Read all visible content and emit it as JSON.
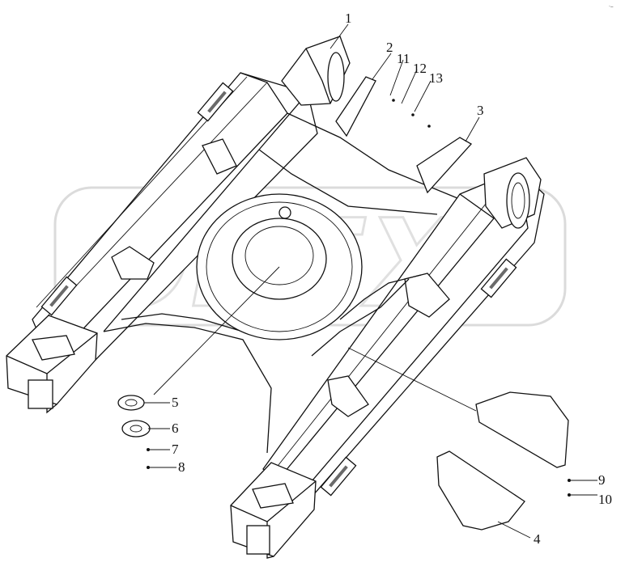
{
  "drawing": {
    "corner_mark": "·‒",
    "watermark_text": "OREX",
    "callouts": [
      "1",
      "2",
      "11",
      "12",
      "13",
      "3",
      "4",
      "5",
      "6",
      "7",
      "8",
      "9",
      "10"
    ]
  },
  "colors": {
    "line": "#111111",
    "shade": "#6a6a6a",
    "watermark": "#bdbdbd",
    "background": "#ffffff"
  }
}
